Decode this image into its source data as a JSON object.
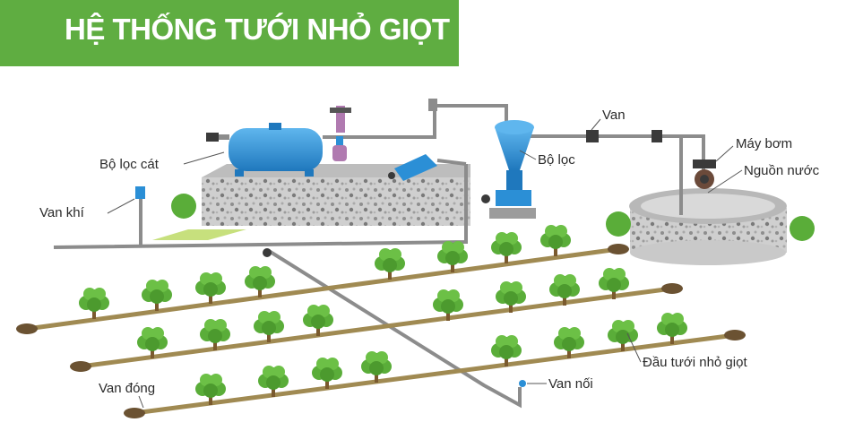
{
  "title": "HỆ THỐNG TƯỚI NHỎ GIỌT",
  "labels": {
    "sand_filter": "Bộ lọc cát",
    "air_valve": "Van khí",
    "filter": "Bộ lọc",
    "valve": "Van",
    "pump": "Máy bơm",
    "water_source": "Nguồn nước",
    "drip_emitter": "Đầu tưới nhỏ giọt",
    "closing_valve": "Van đóng",
    "float_valve": "Van nối"
  },
  "colors": {
    "banner": "#5fad41",
    "pipe": "#8c8c8c",
    "drip_line": "#a08a52",
    "tank": "#2b8fd6",
    "plant": "#58a63a"
  }
}
